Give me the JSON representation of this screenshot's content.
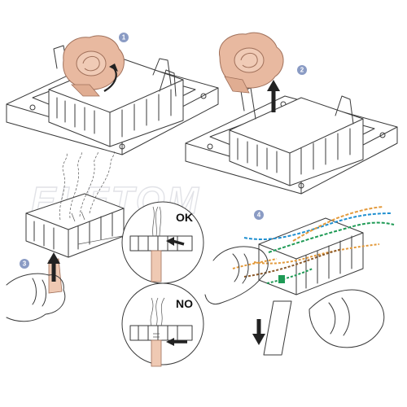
{
  "steps": [
    {
      "number": "1"
    },
    {
      "number": "2"
    },
    {
      "number": "3"
    },
    {
      "number": "4"
    }
  ],
  "callouts": {
    "ok_label": "OK",
    "no_label": "NO"
  },
  "watermark": {
    "text": "ELETOM"
  },
  "colors": {
    "rotor": "#e8b9a0",
    "rotor_stroke": "#a0705a",
    "step_badge": "#8a9bc4",
    "wire_cable": "#efc9b3",
    "wire_orange": "#e39a3c",
    "wire_blue": "#1f8fd0",
    "wire_green": "#1e9a55",
    "wire_brown": "#8b5a2b",
    "arrow": "#222222"
  }
}
